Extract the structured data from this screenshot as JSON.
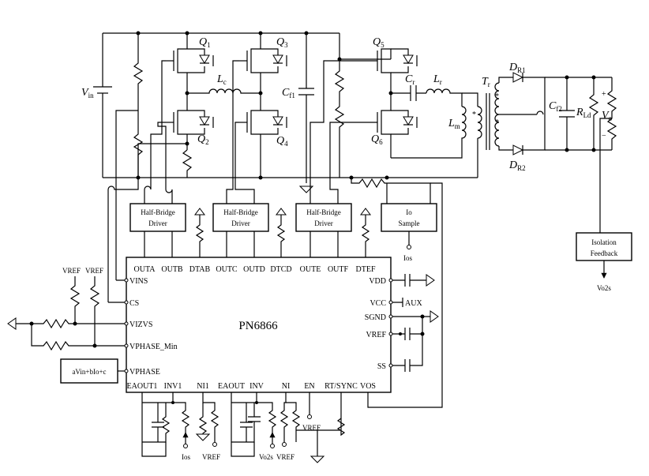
{
  "components": {
    "vin": {
      "main": "V",
      "sub": "in"
    },
    "q1": {
      "main": "Q",
      "sub": "1"
    },
    "q2": {
      "main": "Q",
      "sub": "2"
    },
    "q3": {
      "main": "Q",
      "sub": "3"
    },
    "q4": {
      "main": "Q",
      "sub": "4"
    },
    "q5": {
      "main": "Q",
      "sub": "5"
    },
    "q6": {
      "main": "Q",
      "sub": "6"
    },
    "lc": {
      "main": "L",
      "sub": "c"
    },
    "cf1": {
      "main": "C",
      "sub": "f1"
    },
    "cr": {
      "main": "C",
      "sub": "r"
    },
    "lr": {
      "main": "L",
      "sub": "r"
    },
    "tr": {
      "main": "T",
      "sub": "r"
    },
    "lm": {
      "main": "L",
      "sub": "m"
    },
    "dr1": {
      "main": "D",
      "sub": "R1"
    },
    "dr2": {
      "main": "D",
      "sub": "R2"
    },
    "cf2": {
      "main": "C",
      "sub": "f2"
    },
    "rld": {
      "main": "R",
      "sub": "Ld"
    },
    "vo": {
      "main": "V",
      "sub": "o"
    },
    "plus": "+",
    "minus": "−"
  },
  "blocks": {
    "hb1": [
      "Half-Bridge",
      "Driver"
    ],
    "hb2": [
      "Half-Bridge",
      "Driver"
    ],
    "hb3": [
      "Half-Bridge",
      "Driver"
    ],
    "io_sample": [
      "Io",
      "Sample"
    ],
    "isolation": [
      "Isolation",
      "Feedback"
    ],
    "formula": "aVin+bIo+c"
  },
  "chip": {
    "name": "PN6866",
    "top_pins": [
      "OUTA",
      "OUTB",
      "DTAB",
      "OUTC",
      "OUTD",
      "DTCD",
      "OUTE",
      "OUTF",
      "DTEF"
    ],
    "left_pins": [
      "VINS",
      "CS",
      "VIZVS",
      "VPHASE_Min",
      "VPHASE"
    ],
    "right_pins": [
      "VDD",
      "VCC",
      "SGND",
      "VREF",
      "SS"
    ],
    "bottom_pins": [
      "EAOUT1",
      "INV1",
      "NI1",
      "EAOUT",
      "INV",
      "NI",
      "EN",
      "RT/SYNC",
      "VOS"
    ]
  },
  "signals": {
    "ios_top": "Ios",
    "vo2s_right": "Vo2s",
    "aux": "AUX",
    "vref_left1": "VREF",
    "vref_left2": "VREF",
    "ios_bottom": "Ios",
    "vref_b1": "VREF",
    "vo2s_bottom": "Vo2s",
    "vref_b2": "VREF",
    "vref_b3": "VREF"
  }
}
